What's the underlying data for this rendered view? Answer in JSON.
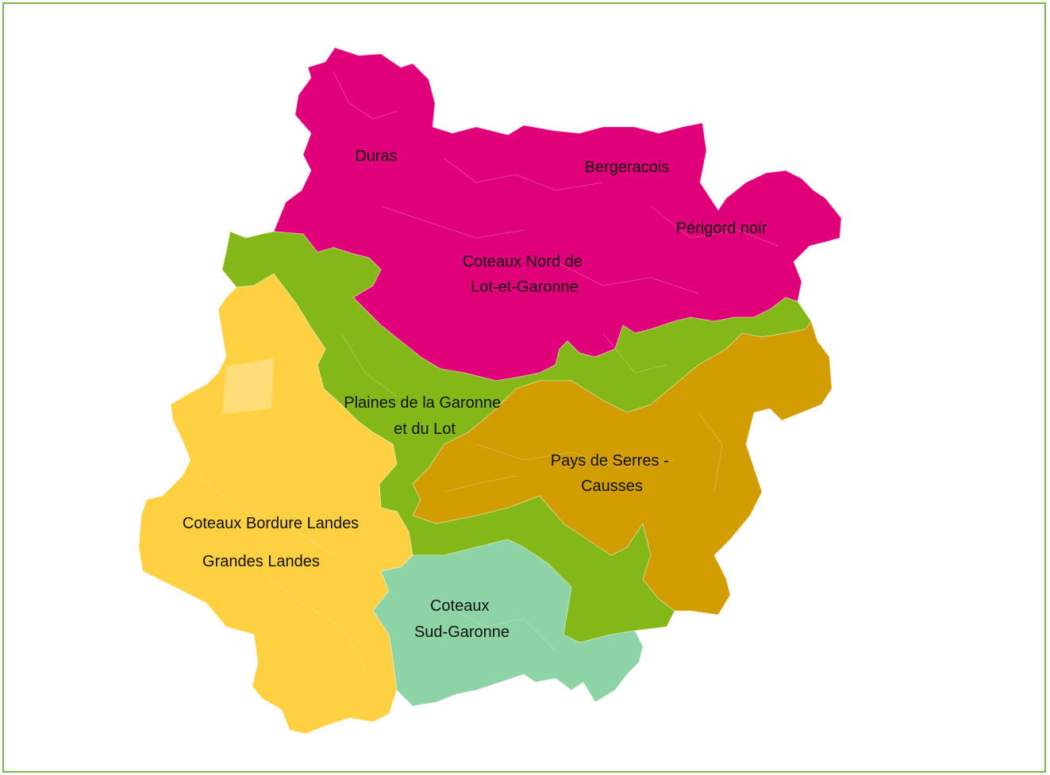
{
  "map": {
    "regions": [
      {
        "id": "nord",
        "color": "#e0007a",
        "lines": [
          "Coteaux Nord de",
          "Lot-et-Garonne"
        ]
      },
      {
        "id": "duras",
        "color": "#e0007a",
        "lines": [
          "Duras"
        ]
      },
      {
        "id": "bergeracois",
        "color": "#e0007a",
        "lines": [
          "Bergeracois"
        ]
      },
      {
        "id": "perigord",
        "color": "#e0007a",
        "lines": [
          "Périgord noir"
        ]
      },
      {
        "id": "plaines",
        "color": "#84b818",
        "lines": [
          "Plaines de la Garonne",
          "et du Lot"
        ]
      },
      {
        "id": "serres",
        "color": "#d19d00",
        "lines": [
          "Pays de Serres -",
          "Causses"
        ]
      },
      {
        "id": "bordure",
        "color": "#ffd042",
        "lines": [
          "Coteaux Bordure Landes"
        ]
      },
      {
        "id": "grandes",
        "color": "#ffd042",
        "lines": [
          "Grandes Landes"
        ]
      },
      {
        "id": "sud",
        "color": "#8dd3a5",
        "lines": [
          "Coteaux",
          "Sud-Garonne"
        ]
      }
    ]
  }
}
